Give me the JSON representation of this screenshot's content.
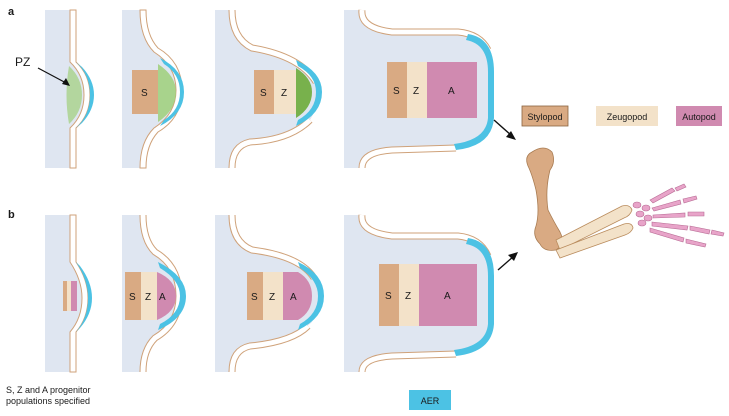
{
  "panels": {
    "a_label": "a",
    "b_label": "b"
  },
  "pz_label": "PZ",
  "segments": {
    "s": "S",
    "z": "Z",
    "a": "A"
  },
  "legend": {
    "stylopod": "Stylopod",
    "zeugopod": "Zeugopod",
    "autopod": "Autopod",
    "aer": "AER"
  },
  "footnote": {
    "line1": "S, Z and A progenitor",
    "line2": "populations specified"
  },
  "colors": {
    "aer": "#4cc2e4",
    "mesenchyme": "#dfe6f1",
    "ectoderm_fill": "#ffffff",
    "ectoderm_stroke": "#cfa27a",
    "stylopod": "#d9aa83",
    "zeugopod": "#f3e2c9",
    "autopod": "#d08ab0",
    "pz": "#9fcf7a",
    "pz_dark": "#78b14c",
    "bone": "#e7c8a0",
    "bone_stroke": "#b98b5c",
    "digits": "#e8a4c9"
  }
}
